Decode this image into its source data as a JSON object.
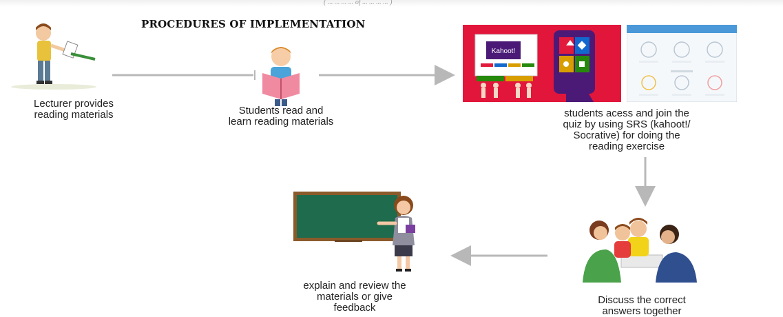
{
  "header": {
    "caption": "( ... ... ... ... of ... ... ... ... )"
  },
  "diagram": {
    "title": "PROCEDURES OF IMPLEMENTATION",
    "steps": [
      {
        "label": "Lecturer provides\nreading materials",
        "icon": "lecturer-icon"
      },
      {
        "label": "Students read and\nlearn reading materials",
        "icon": "student-reading-icon"
      },
      {
        "label": "students acess and join the\nquiz by using SRS (kahoot!/\nSocrative) for doing the\nreading exercise",
        "icon": "srs-quiz-screenshots"
      },
      {
        "label": "Discuss the correct\nanswers together",
        "icon": "group-discussion-icon"
      },
      {
        "label": "explain and review the\nmaterials or give\nfeedback",
        "icon": "teacher-board-icon"
      }
    ],
    "kahoot_text": "Kahoot!",
    "colors": {
      "arrow": "#b8b8b8",
      "kahoot_bg": "#e2163a",
      "kahoot_dark": "#4b1a77",
      "board": "#1f6b4d",
      "board_frame": "#8a5a2b"
    }
  }
}
